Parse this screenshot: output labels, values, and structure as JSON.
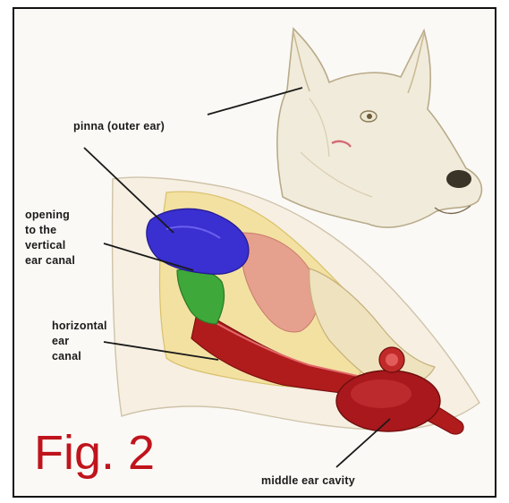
{
  "labels": {
    "pinna": "pinna (outer ear)",
    "opening": "opening\nto the\nvertical\near canal",
    "horizontal": "horizontal\near\ncanal",
    "middle": "middle ear cavity"
  },
  "figure_label": "Fig. 2",
  "colors": {
    "pinna_highlight": "#3a2fd0",
    "vertical_canal": "#3ea83a",
    "horizontal_canal": "#b01c1c",
    "figure_text": "#c0141c",
    "background": "#fbf9f6"
  },
  "icons": [
    "dog-head-illustration",
    "ear-anatomy-cross-section"
  ]
}
